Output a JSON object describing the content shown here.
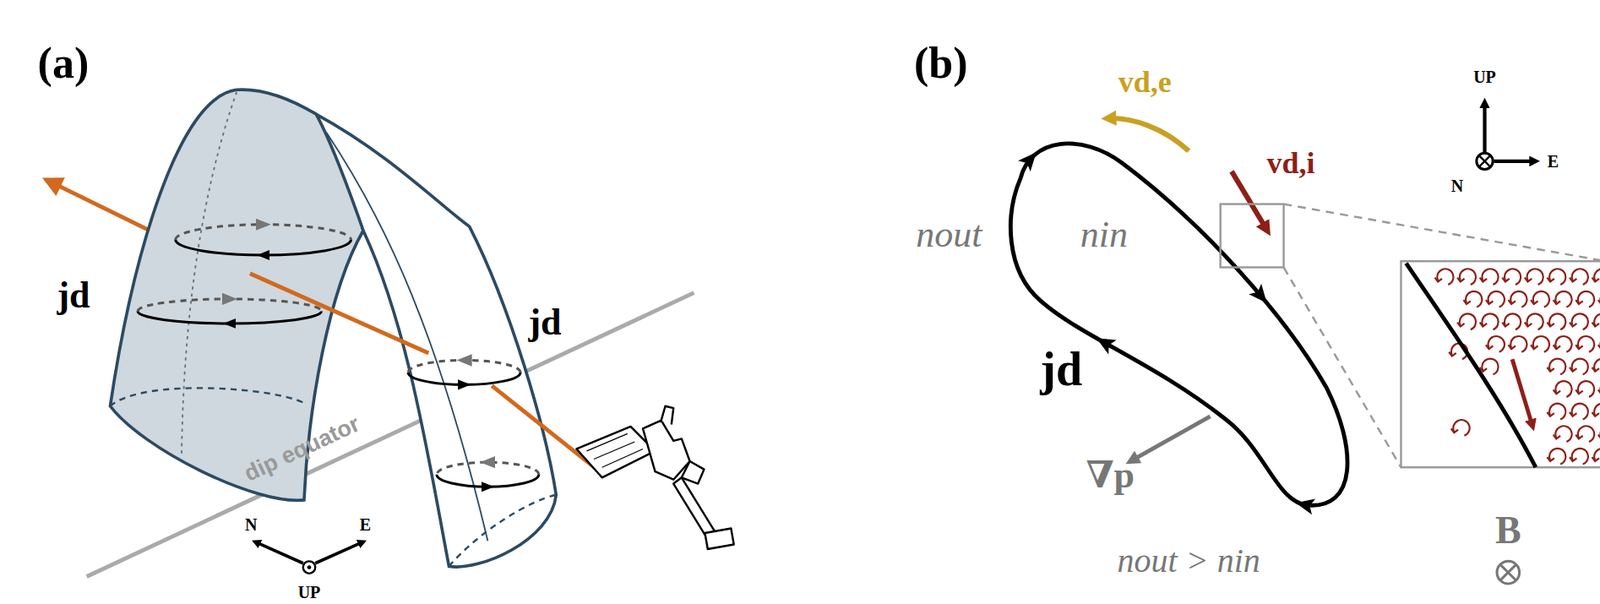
{
  "diagram": {
    "labels": [
      "(a)",
      "jd",
      "jd",
      "dip equator",
      "N",
      "E",
      "UP",
      "(b)",
      "vd,e",
      "vd,i",
      "UP",
      "N",
      "E",
      "nout",
      "nin",
      "jd",
      "∇p",
      "nout > nin",
      "B"
    ]
  }
}
